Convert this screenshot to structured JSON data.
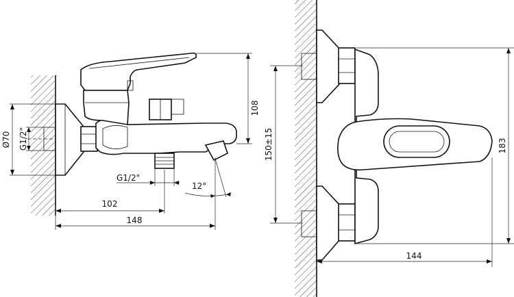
{
  "side_view": {
    "dims": {
      "d_outer": "Ø70",
      "thread_inlet": "G1/2\"",
      "thread_outlet": "G1/2\"",
      "angle": "12°",
      "height_body": "108",
      "to_outlet": "102",
      "overall_depth": "148"
    }
  },
  "front_view": {
    "dims": {
      "center_distance": "150±15",
      "overall_height": "183",
      "overall_depth": "144"
    }
  }
}
